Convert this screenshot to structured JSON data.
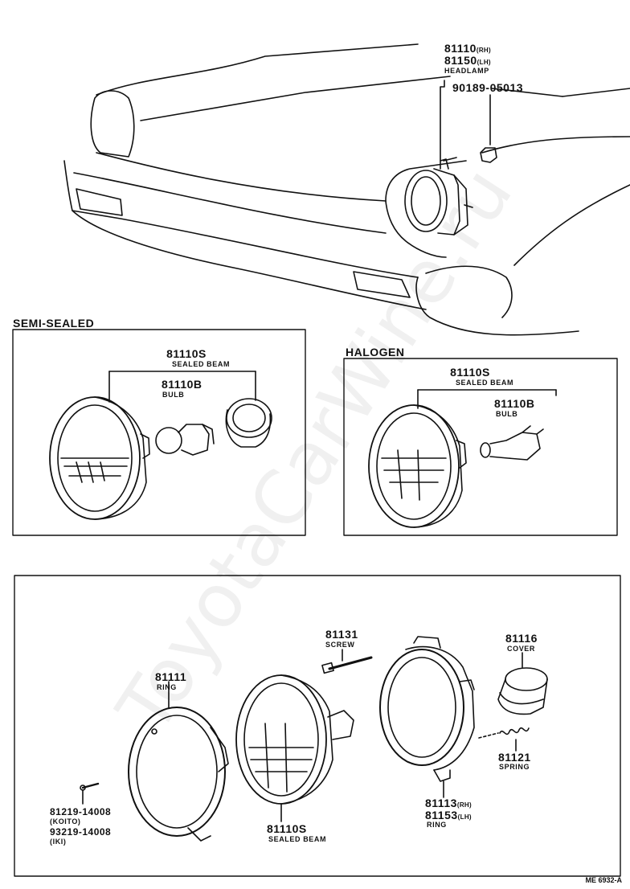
{
  "watermark": "ToyotaCarWine.ru",
  "footer_code": "ME 6932-A",
  "car": {
    "headlamp_rh_no": "81110",
    "headlamp_rh_suffix": "(RH)",
    "headlamp_lh_no": "81150",
    "headlamp_lh_suffix": "(LH)",
    "headlamp_name": "HEADLAMP",
    "clip_no": "90189-05013"
  },
  "semi_sealed": {
    "title": "SEMI-SEALED",
    "beam_no": "81110S",
    "beam_name": "SEALED BEAM",
    "bulb_no": "81110B",
    "bulb_name": "BULB"
  },
  "halogen": {
    "title": "HALOGEN",
    "beam_no": "81110S",
    "beam_name": "SEALED BEAM",
    "bulb_no": "81110B",
    "bulb_name": "BULB"
  },
  "exploded": {
    "ring_no": "81111",
    "ring_name": "RING",
    "screw_no": "81131",
    "screw_name": "SCREW",
    "cover_no": "81116",
    "cover_name": "COVER",
    "spring_no": "81121",
    "spring_name": "SPRING",
    "beam_no": "81110S",
    "beam_name": "SEALED BEAM",
    "ring_rh_no": "81113",
    "ring_rh_suffix": "(RH)",
    "ring_lh_no": "81153",
    "ring_lh_suffix": "(LH)",
    "ring2_name": "RING",
    "bolt_koito_no": "81219-14008",
    "bolt_koito_maker": "(KOITO)",
    "bolt_iki_no": "93219-14008",
    "bolt_iki_maker": "(IKI)"
  }
}
